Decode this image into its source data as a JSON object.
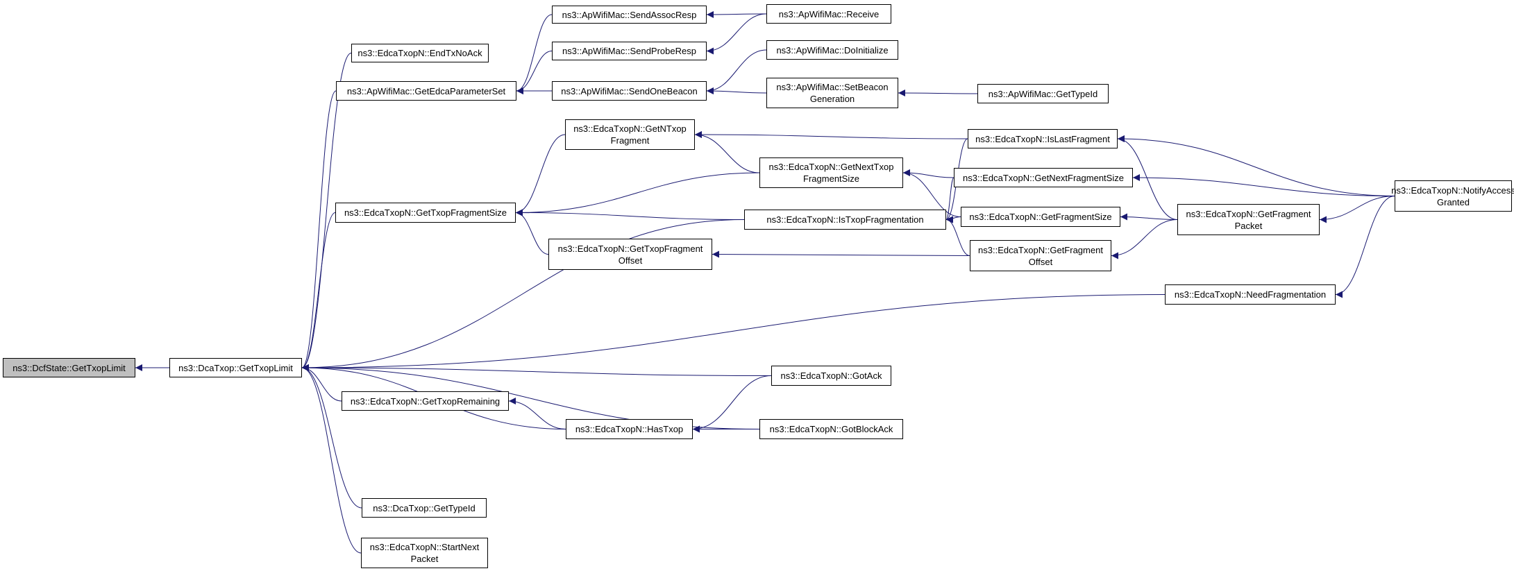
{
  "colors": {
    "edge": "#191970",
    "node_border": "#000000",
    "node_fill": "#ffffff",
    "root_fill": "#bfbfbf"
  },
  "nodes": [
    {
      "id": "n0",
      "label": "ns3::DcfState::GetTxopLimit",
      "root": true
    },
    {
      "id": "n1",
      "label": "ns3::DcaTxop::GetTxopLimit"
    },
    {
      "id": "n2",
      "label": "ns3::EdcaTxopN::EndTxNoAck"
    },
    {
      "id": "n3",
      "label": "ns3::ApWifiMac::GetEdcaParameterSet"
    },
    {
      "id": "n4",
      "label": "ns3::EdcaTxopN::GetTxopFragmentSize"
    },
    {
      "id": "n5",
      "label": "ns3::EdcaTxopN::GetTxopRemaining"
    },
    {
      "id": "n6",
      "label": "ns3::DcaTxop::GetTypeId"
    },
    {
      "id": "n7",
      "label": "ns3::EdcaTxopN::StartNext\nPacket"
    },
    {
      "id": "n8",
      "label": "ns3::ApWifiMac::SendAssocResp"
    },
    {
      "id": "n9",
      "label": "ns3::ApWifiMac::SendProbeResp"
    },
    {
      "id": "n10",
      "label": "ns3::ApWifiMac::SendOneBeacon"
    },
    {
      "id": "n11",
      "label": "ns3::EdcaTxopN::GetNTxop\nFragment"
    },
    {
      "id": "n12",
      "label": "ns3::EdcaTxopN::GetTxopFragment\nOffset"
    },
    {
      "id": "n13",
      "label": "ns3::EdcaTxopN::IsTxopFragmentation"
    },
    {
      "id": "n14",
      "label": "ns3::EdcaTxopN::HasTxop"
    },
    {
      "id": "n15",
      "label": "ns3::ApWifiMac::Receive"
    },
    {
      "id": "n16",
      "label": "ns3::ApWifiMac::DoInitialize"
    },
    {
      "id": "n17",
      "label": "ns3::ApWifiMac::SetBeacon\nGeneration"
    },
    {
      "id": "n18",
      "label": "ns3::EdcaTxopN::GetNextTxop\nFragmentSize"
    },
    {
      "id": "n19",
      "label": "ns3::EdcaTxopN::GotAck"
    },
    {
      "id": "n20",
      "label": "ns3::EdcaTxopN::GotBlockAck"
    },
    {
      "id": "n21",
      "label": "ns3::ApWifiMac::GetTypeId"
    },
    {
      "id": "n22",
      "label": "ns3::EdcaTxopN::IsLastFragment"
    },
    {
      "id": "n23",
      "label": "ns3::EdcaTxopN::GetNextFragmentSize"
    },
    {
      "id": "n24",
      "label": "ns3::EdcaTxopN::GetFragmentSize"
    },
    {
      "id": "n25",
      "label": "ns3::EdcaTxopN::GetFragment\nOffset"
    },
    {
      "id": "n26",
      "label": "ns3::EdcaTxopN::NeedFragmentation"
    },
    {
      "id": "n27",
      "label": "ns3::EdcaTxopN::GetFragment\nPacket"
    },
    {
      "id": "n28",
      "label": "ns3::EdcaTxopN::NotifyAccess\nGranted"
    }
  ],
  "edges": [
    {
      "from": "n1",
      "to": "n0"
    },
    {
      "from": "n2",
      "to": "n1"
    },
    {
      "from": "n3",
      "to": "n1"
    },
    {
      "from": "n4",
      "to": "n1"
    },
    {
      "from": "n13",
      "to": "n1"
    },
    {
      "from": "n26",
      "to": "n1"
    },
    {
      "from": "n19",
      "to": "n1"
    },
    {
      "from": "n5",
      "to": "n1"
    },
    {
      "from": "n14",
      "to": "n1"
    },
    {
      "from": "n20",
      "to": "n1"
    },
    {
      "from": "n6",
      "to": "n1"
    },
    {
      "from": "n7",
      "to": "n1"
    },
    {
      "from": "n8",
      "to": "n3"
    },
    {
      "from": "n9",
      "to": "n3"
    },
    {
      "from": "n10",
      "to": "n3"
    },
    {
      "from": "n15",
      "to": "n8"
    },
    {
      "from": "n15",
      "to": "n9"
    },
    {
      "from": "n16",
      "to": "n10"
    },
    {
      "from": "n17",
      "to": "n10"
    },
    {
      "from": "n21",
      "to": "n17"
    },
    {
      "from": "n11",
      "to": "n4"
    },
    {
      "from": "n18",
      "to": "n4"
    },
    {
      "from": "n13",
      "to": "n4"
    },
    {
      "from": "n12",
      "to": "n4"
    },
    {
      "from": "n22",
      "to": "n11"
    },
    {
      "from": "n18",
      "to": "n11"
    },
    {
      "from": "n23",
      "to": "n18"
    },
    {
      "from": "n24",
      "to": "n18"
    },
    {
      "from": "n22",
      "to": "n13"
    },
    {
      "from": "n23",
      "to": "n13"
    },
    {
      "from": "n24",
      "to": "n13"
    },
    {
      "from": "n25",
      "to": "n13"
    },
    {
      "from": "n25",
      "to": "n12"
    },
    {
      "from": "n27",
      "to": "n22"
    },
    {
      "from": "n28",
      "to": "n22"
    },
    {
      "from": "n28",
      "to": "n23"
    },
    {
      "from": "n27",
      "to": "n24"
    },
    {
      "from": "n27",
      "to": "n25"
    },
    {
      "from": "n28",
      "to": "n27"
    },
    {
      "from": "n28",
      "to": "n26"
    },
    {
      "from": "n14",
      "to": "n5"
    },
    {
      "from": "n19",
      "to": "n14"
    },
    {
      "from": "n20",
      "to": "n14"
    }
  ]
}
